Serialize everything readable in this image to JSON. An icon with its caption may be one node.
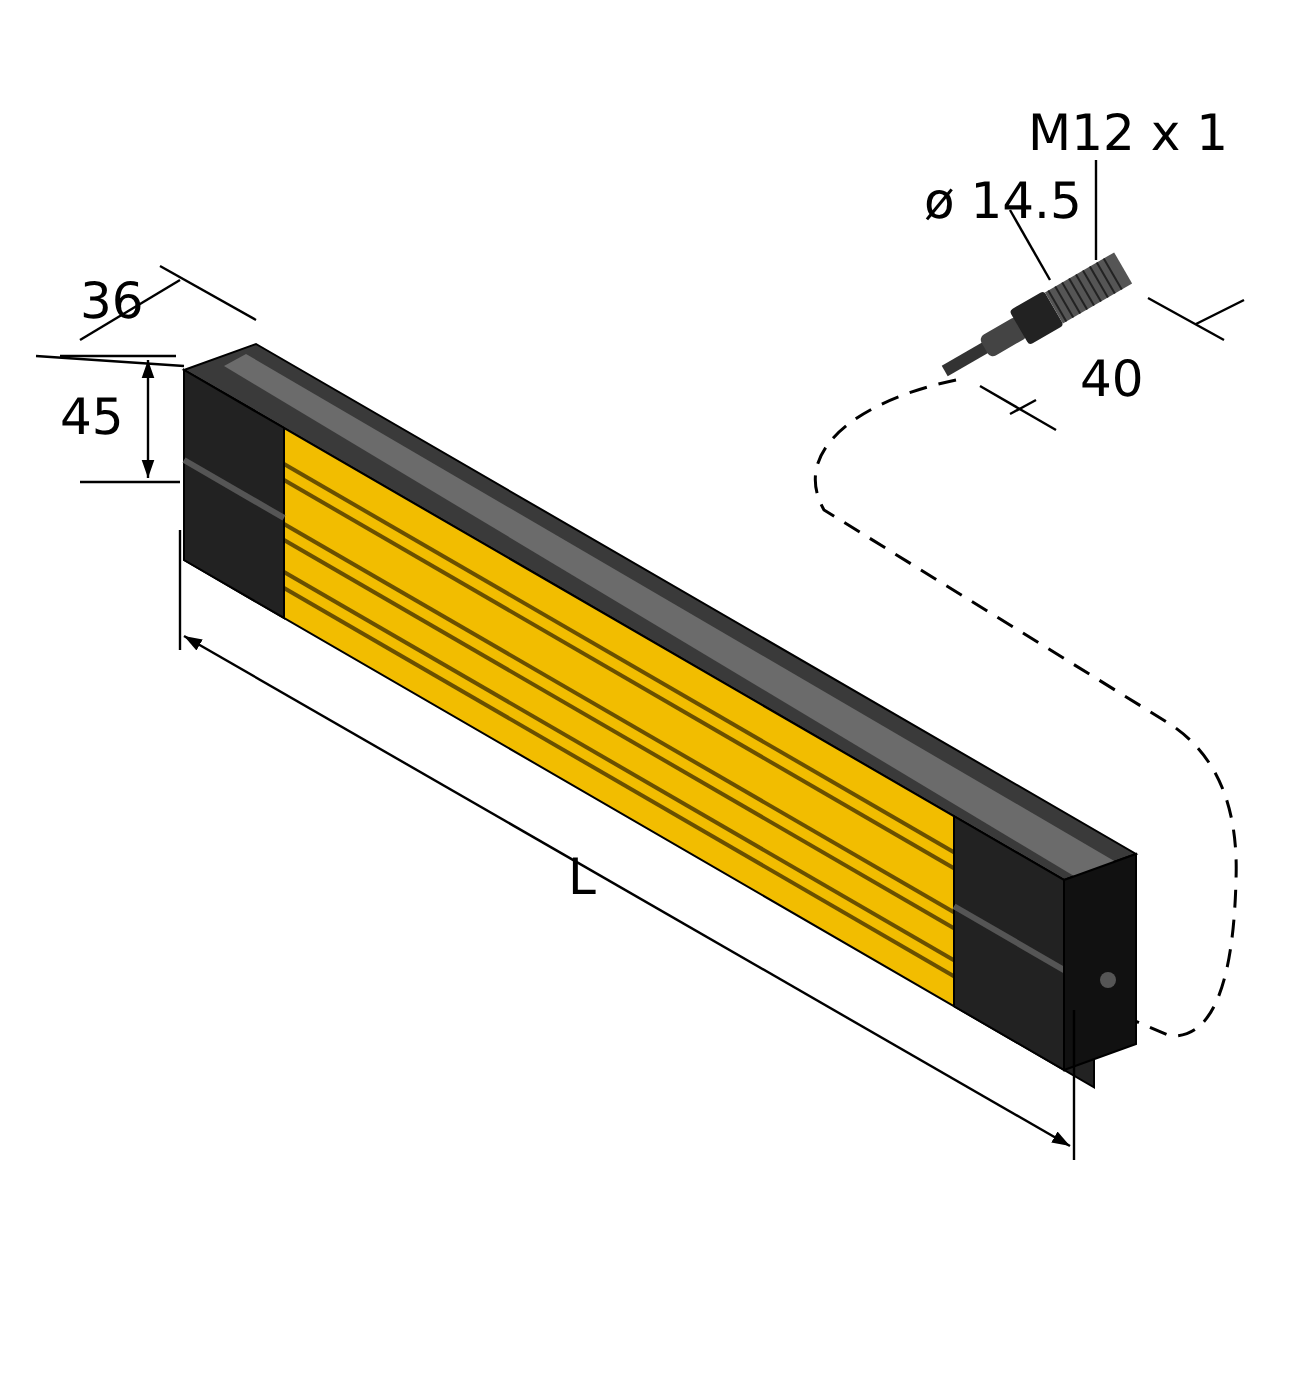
{
  "diagram": {
    "labels": [
      "M12 x 1",
      "ø 14.5",
      "36",
      "40",
      "45",
      "L"
    ]
  }
}
